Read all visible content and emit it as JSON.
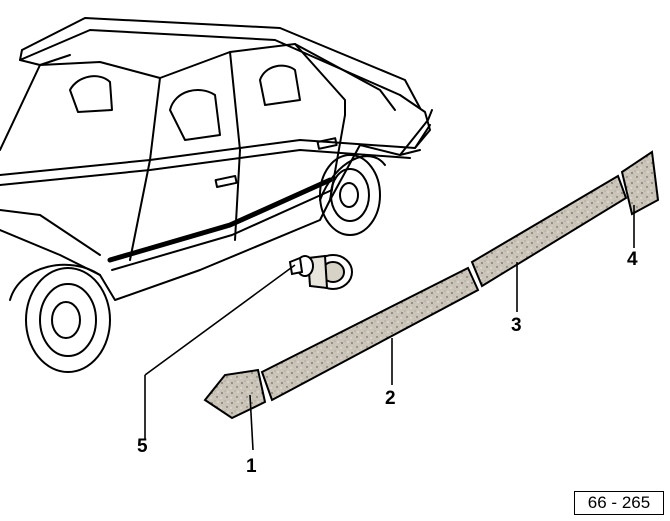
{
  "callouts": [
    {
      "id": "1",
      "label": "1"
    },
    {
      "id": "2",
      "label": "2"
    },
    {
      "id": "3",
      "label": "3"
    },
    {
      "id": "4",
      "label": "4"
    },
    {
      "id": "5",
      "label": "5"
    }
  ],
  "reference": "66 - 265",
  "colors": {
    "ink": "#000000",
    "paper": "#ffffff",
    "trim": "#bdb8ab"
  }
}
